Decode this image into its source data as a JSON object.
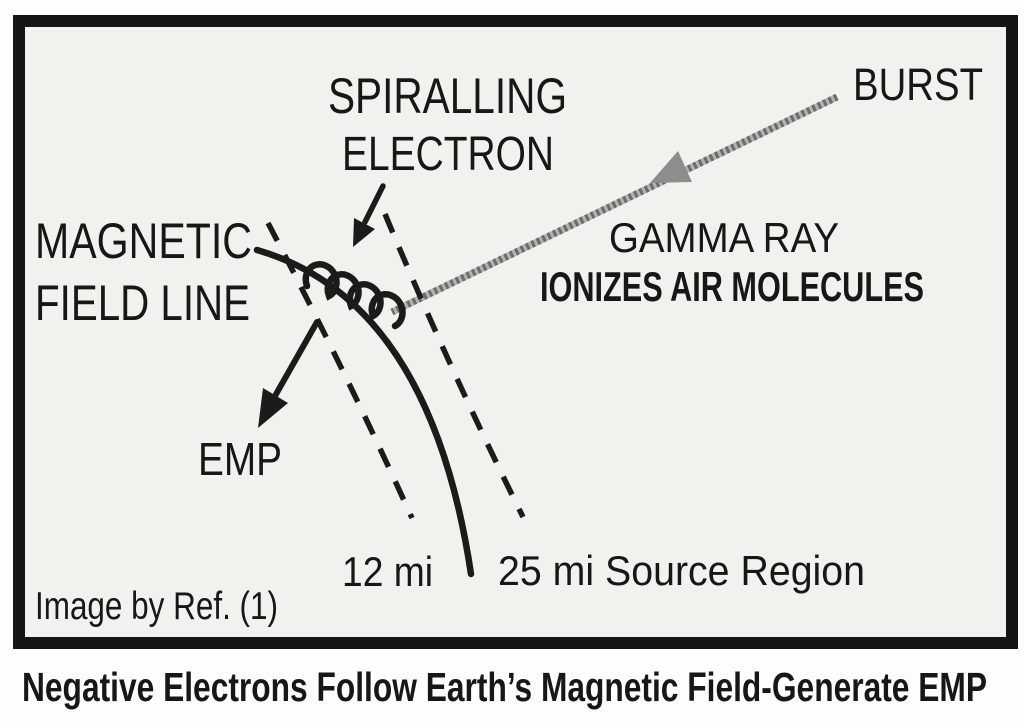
{
  "figure": {
    "kind": "scanned-physics-diagram",
    "caption": "Negative Electrons Follow Earth’s Magnetic Field-Generate EMP",
    "credit": "Image by Ref. (1)",
    "labels": {
      "spiralling_electron_line1": "SPIRALLING",
      "spiralling_electron_line2": "ELECTRON",
      "burst": "BURST",
      "gamma_ray": "GAMMA RAY",
      "gamma_ray_sub": "IONIZES AIR MOLECULES",
      "magnetic_field_line1": "MAGNETIC",
      "magnetic_field_line2": "FIELD LINE",
      "emp": "EMP",
      "inner_radius": "12 mi",
      "outer_radius": "25 mi Source Region"
    }
  },
  "colors": {
    "page_bg": "#fdfdfc",
    "panel_bg": "#f2f1ee",
    "frame_border": "#151515",
    "ink": "#1b1b1b",
    "text_ink": "#171717",
    "gamma_gray_light": "#b3b3b3",
    "gamma_gray_dark": "#6b6b6b",
    "gamma_gray": "#8d8d8d"
  }
}
